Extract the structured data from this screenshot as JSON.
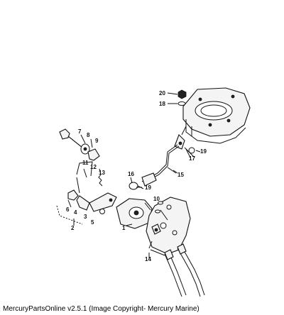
{
  "callouts": {
    "n1": "1",
    "n2": "2",
    "n3": "3",
    "n4": "4",
    "n5": "5",
    "n6": "6",
    "n7": "7",
    "n8": "8",
    "n9": "9",
    "n10": "10",
    "n11": "11",
    "n12": "12",
    "n13": "13",
    "n14": "14",
    "n15": "15",
    "n16": "16",
    "n17": "17",
    "n18": "18",
    "n19a": "19",
    "n19b": "19",
    "n20": "20"
  },
  "footer": {
    "text": "MercuryPartsOnline v2.5.1 (Image Copyright- Mercury Marine)"
  }
}
